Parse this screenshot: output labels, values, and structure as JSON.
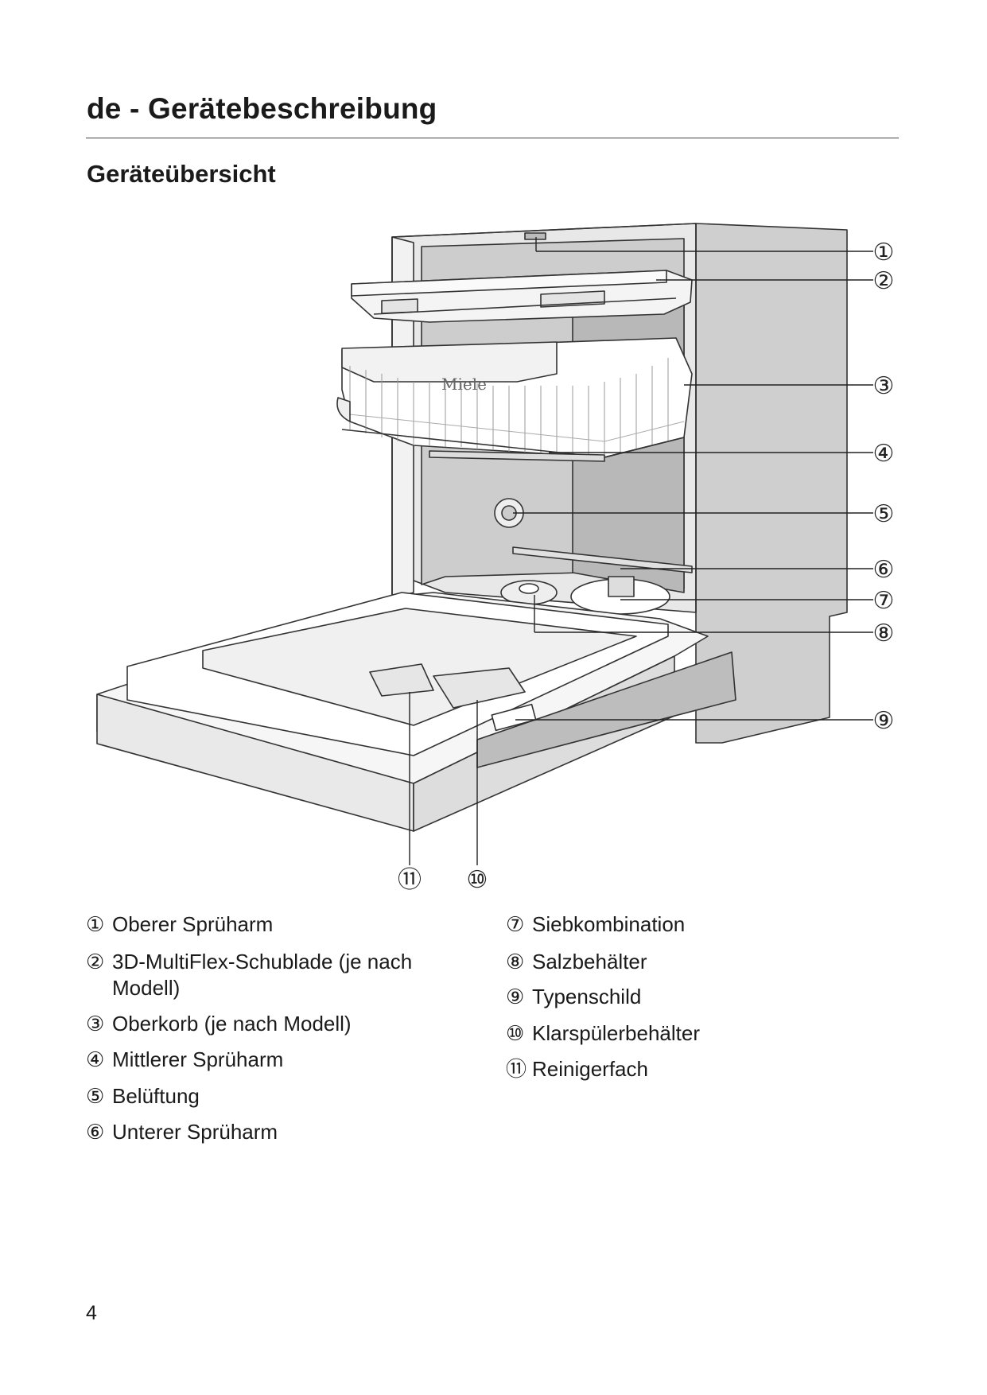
{
  "header": {
    "title": "de - Gerätebeschreibung"
  },
  "section": {
    "title": "Geräteübersicht"
  },
  "figure": {
    "callouts": [
      "①",
      "②",
      "③",
      "④",
      "⑤",
      "⑥",
      "⑦",
      "⑧",
      "⑨",
      "⑩",
      "⑪"
    ],
    "basket_logo": "Miele"
  },
  "legend": {
    "left": [
      {
        "num": "①",
        "text": "Oberer Sprüharm"
      },
      {
        "num": "②",
        "text": "3D-MultiFlex-Schublade (je nach Modell)"
      },
      {
        "num": "③",
        "text": "Oberkorb (je nach Modell)"
      },
      {
        "num": "④",
        "text": "Mittlerer Sprüharm"
      },
      {
        "num": "⑤",
        "text": "Belüftung"
      },
      {
        "num": "⑥",
        "text": "Unterer Sprüharm"
      }
    ],
    "right": [
      {
        "num": "⑦",
        "text": "Siebkombination"
      },
      {
        "num": "⑧",
        "text": "Salzbehälter"
      },
      {
        "num": "⑨",
        "text": "Typenschild"
      },
      {
        "num": "⑩",
        "text": "Klarspülerbehälter"
      },
      {
        "num": "⑪",
        "text": "Reinigerfach"
      }
    ]
  },
  "footer": {
    "page_number": "4"
  }
}
